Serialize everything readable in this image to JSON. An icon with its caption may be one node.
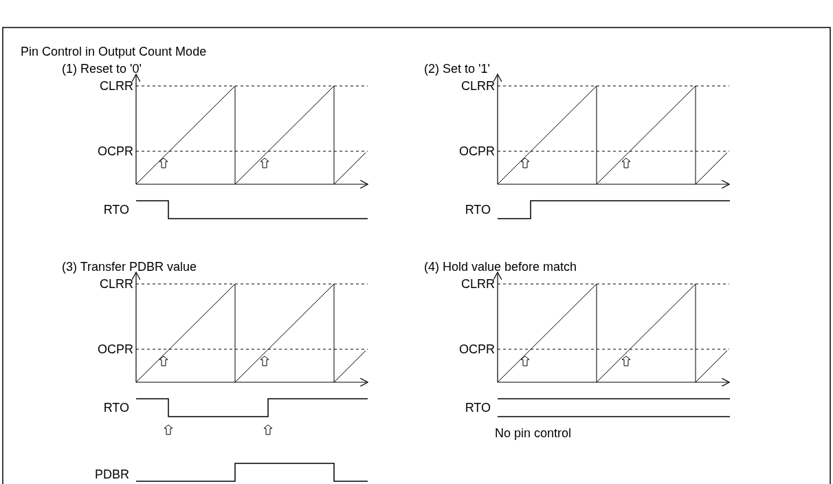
{
  "diagram": {
    "title": "Pin Control in Output Count Mode",
    "labels": [
      "(1) Reset to '0'",
      "CLRR",
      "OCPR",
      "RTO",
      "(2) Set to '1'",
      "CLRR",
      "OCPR",
      "RTO",
      "(3) Transfer PDBR value",
      "CLRR",
      "OCPR",
      "RTO",
      "PDBR",
      "(4) Hold value before match",
      "CLRR",
      "OCPR",
      "RTO",
      "No pin control"
    ]
  }
}
